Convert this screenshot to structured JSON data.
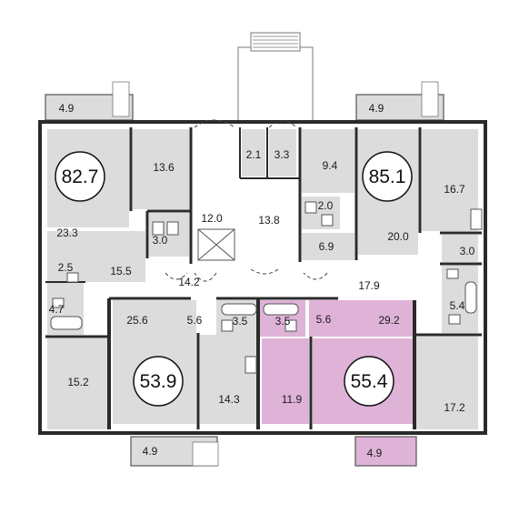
{
  "apartments": [
    {
      "id": "apt-a",
      "area": "82.7"
    },
    {
      "id": "apt-b",
      "area": "85.1"
    },
    {
      "id": "apt-c",
      "area": "53.9"
    },
    {
      "id": "apt-d",
      "area": "55.4"
    }
  ],
  "rooms": {
    "balcony_top_left": "4.9",
    "balcony_top_right": "4.9",
    "balcony_bottom_left": "4.9",
    "balcony_bottom_right": "4.9",
    "r_13_6": "13.6",
    "r_23_3": "23.3",
    "r_3_0_left": "3.0",
    "r_2_5": "2.5",
    "r_15_5": "15.5",
    "r_4_7": "4.7",
    "r_15_2": "15.2",
    "r_2_1": "2.1",
    "r_3_3": "3.3",
    "r_12_0": "12.0",
    "r_13_8": "13.8",
    "r_14_2": "14.2",
    "r_9_4": "9.4",
    "r_2_0": "2.0",
    "r_6_9": "6.9",
    "r_16_7": "16.7",
    "r_20_0": "20.0",
    "r_3_0_right": "3.0",
    "r_17_9": "17.9",
    "r_5_4": "5.4",
    "r_25_6": "25.6",
    "r_5_6_left": "5.6",
    "r_3_5_left": "3.5",
    "r_3_5_right": "3.5",
    "r_5_6_right": "5.6",
    "r_29_2": "29.2",
    "r_14_3": "14.3",
    "r_11_9": "11.9",
    "r_17_2": "17.2"
  },
  "colors": {
    "room_fill": "#dcdcdc",
    "highlight_fill": "#dfb2d8",
    "wall": "#2a2a2a",
    "corridor_fill": "#ffffff"
  }
}
